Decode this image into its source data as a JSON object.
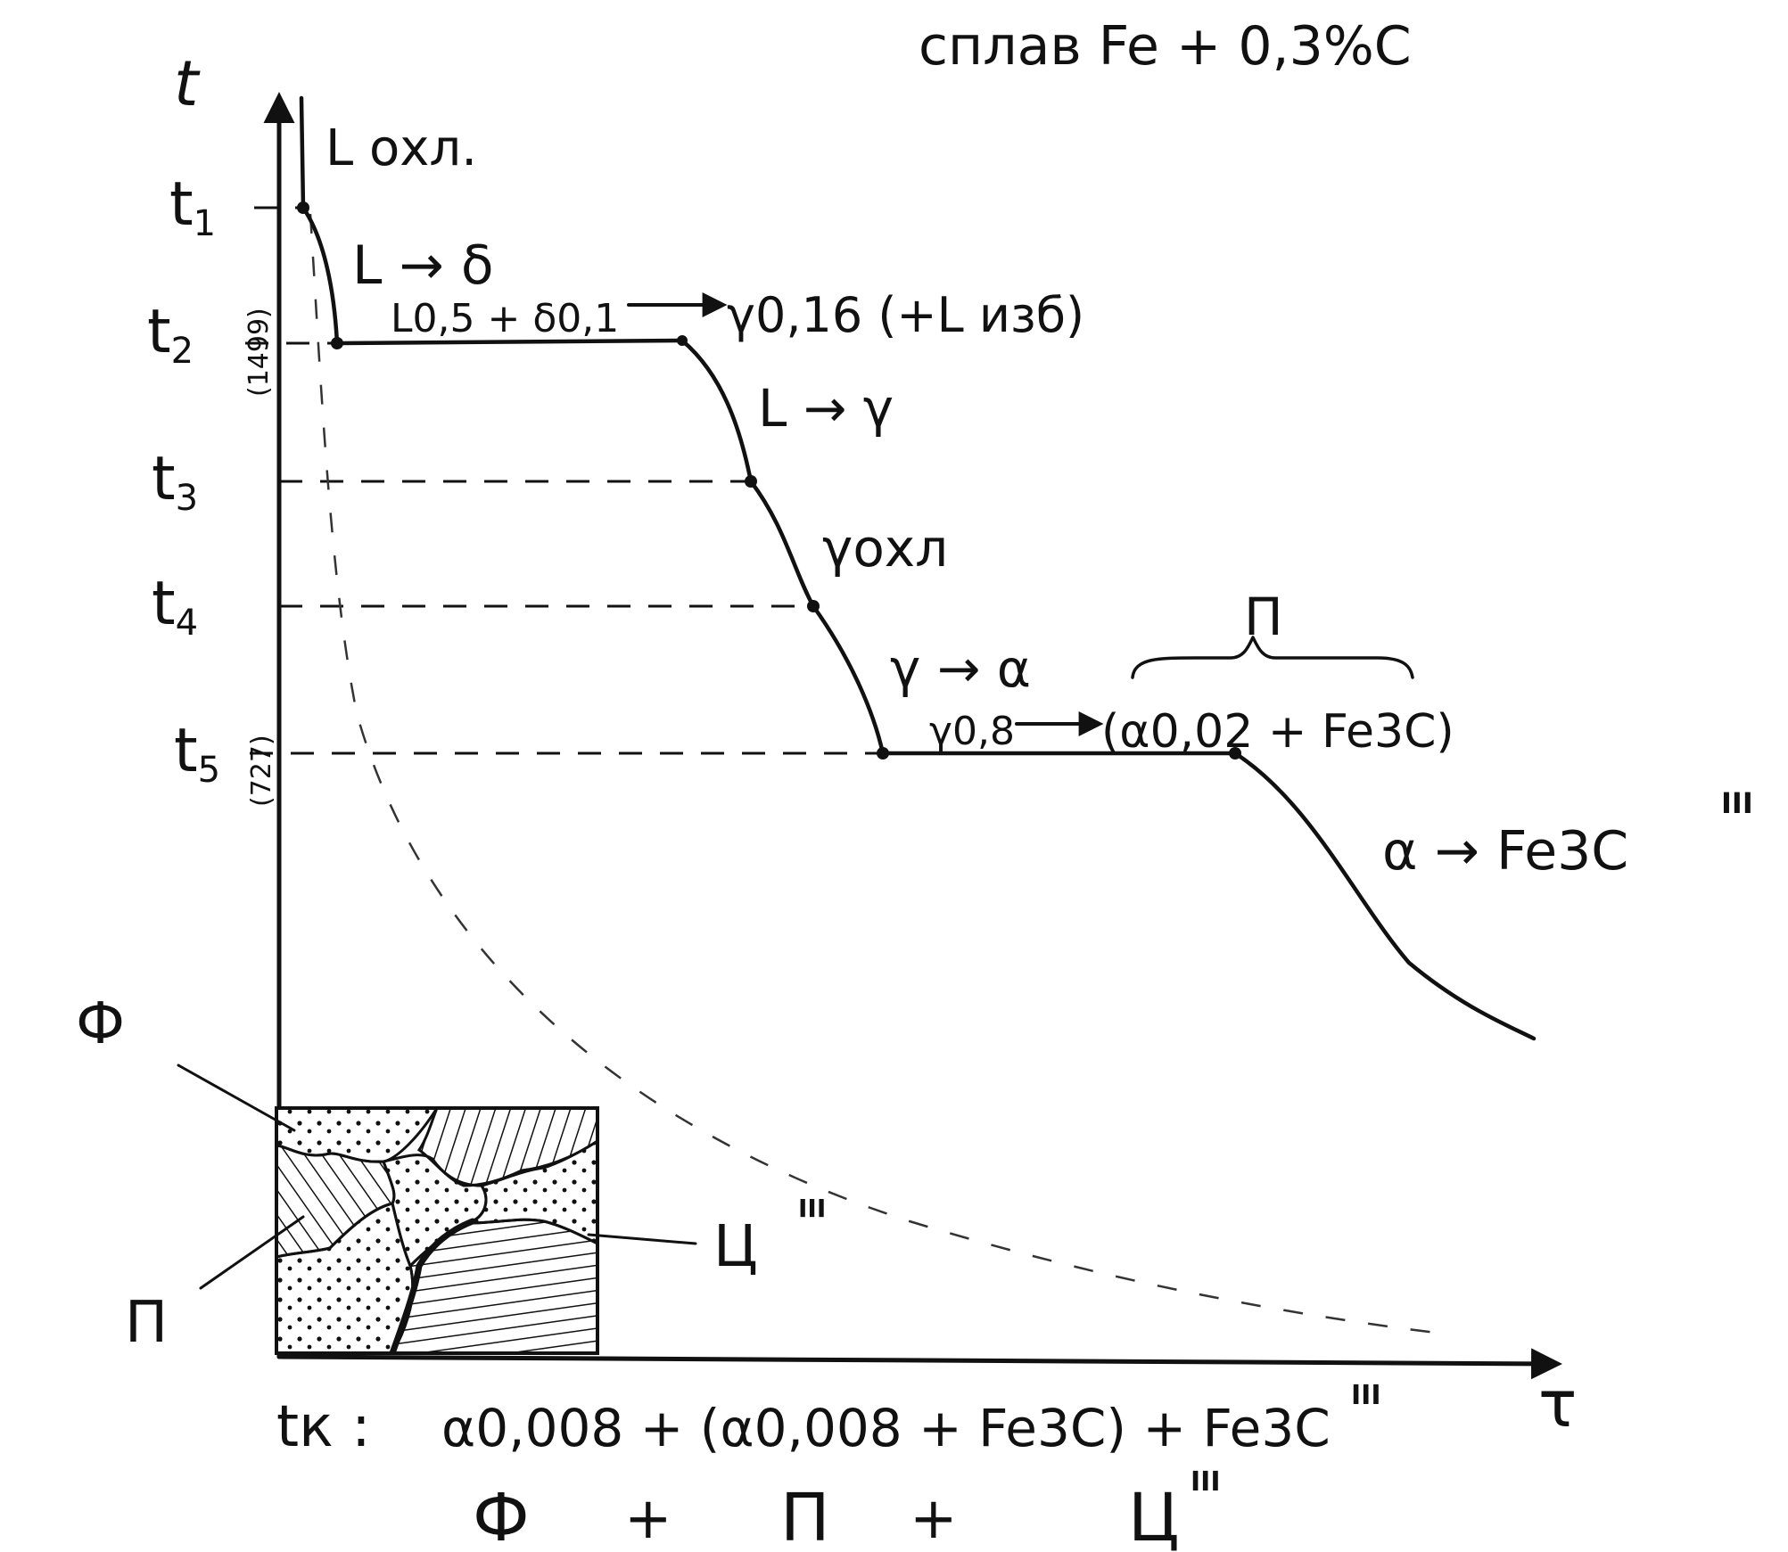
{
  "title": "сплав Fe + 0,3%C",
  "axes": {
    "y": "t",
    "x": "τ"
  },
  "temperatures": [
    {
      "label": "t",
      "sub": "1",
      "note": ""
    },
    {
      "label": "t",
      "sub": "2",
      "note": "(1499)"
    },
    {
      "label": "t",
      "sub": "3",
      "note": ""
    },
    {
      "label": "t",
      "sub": "4",
      "note": ""
    },
    {
      "label": "t",
      "sub": "5",
      "note": "(727)"
    }
  ],
  "stages": {
    "l_cool": "L охл.",
    "l_to_delta": "L → δ",
    "peritectic_left": "L0,5 + δ0,1",
    "peritectic_right": "γ0,16 (+L изб)",
    "l_to_gamma": "L → γ",
    "gamma_cool": "γохл",
    "gamma_to_alpha": "γ → α",
    "pearlite_brace": "П",
    "eutectoid_left": "γ0,8",
    "eutectoid_right": "(α0,02 + Fe3C)",
    "alpha_to_fe3c": "α → Fe3C",
    "alpha_to_fe3c_sup": "III"
  },
  "micro": {
    "ferrite": "Ф",
    "pearlite": "П",
    "cementite": "Ц",
    "cementite_sup": "III"
  },
  "final": {
    "prefix": "tк :",
    "formula": "α0,008 + (α0,008 + Fe3C) + Fe3C",
    "formula_sup": "III",
    "phases": [
      "Ф",
      "+",
      "П",
      "+",
      "Ц"
    ],
    "phases_sup": "III"
  }
}
